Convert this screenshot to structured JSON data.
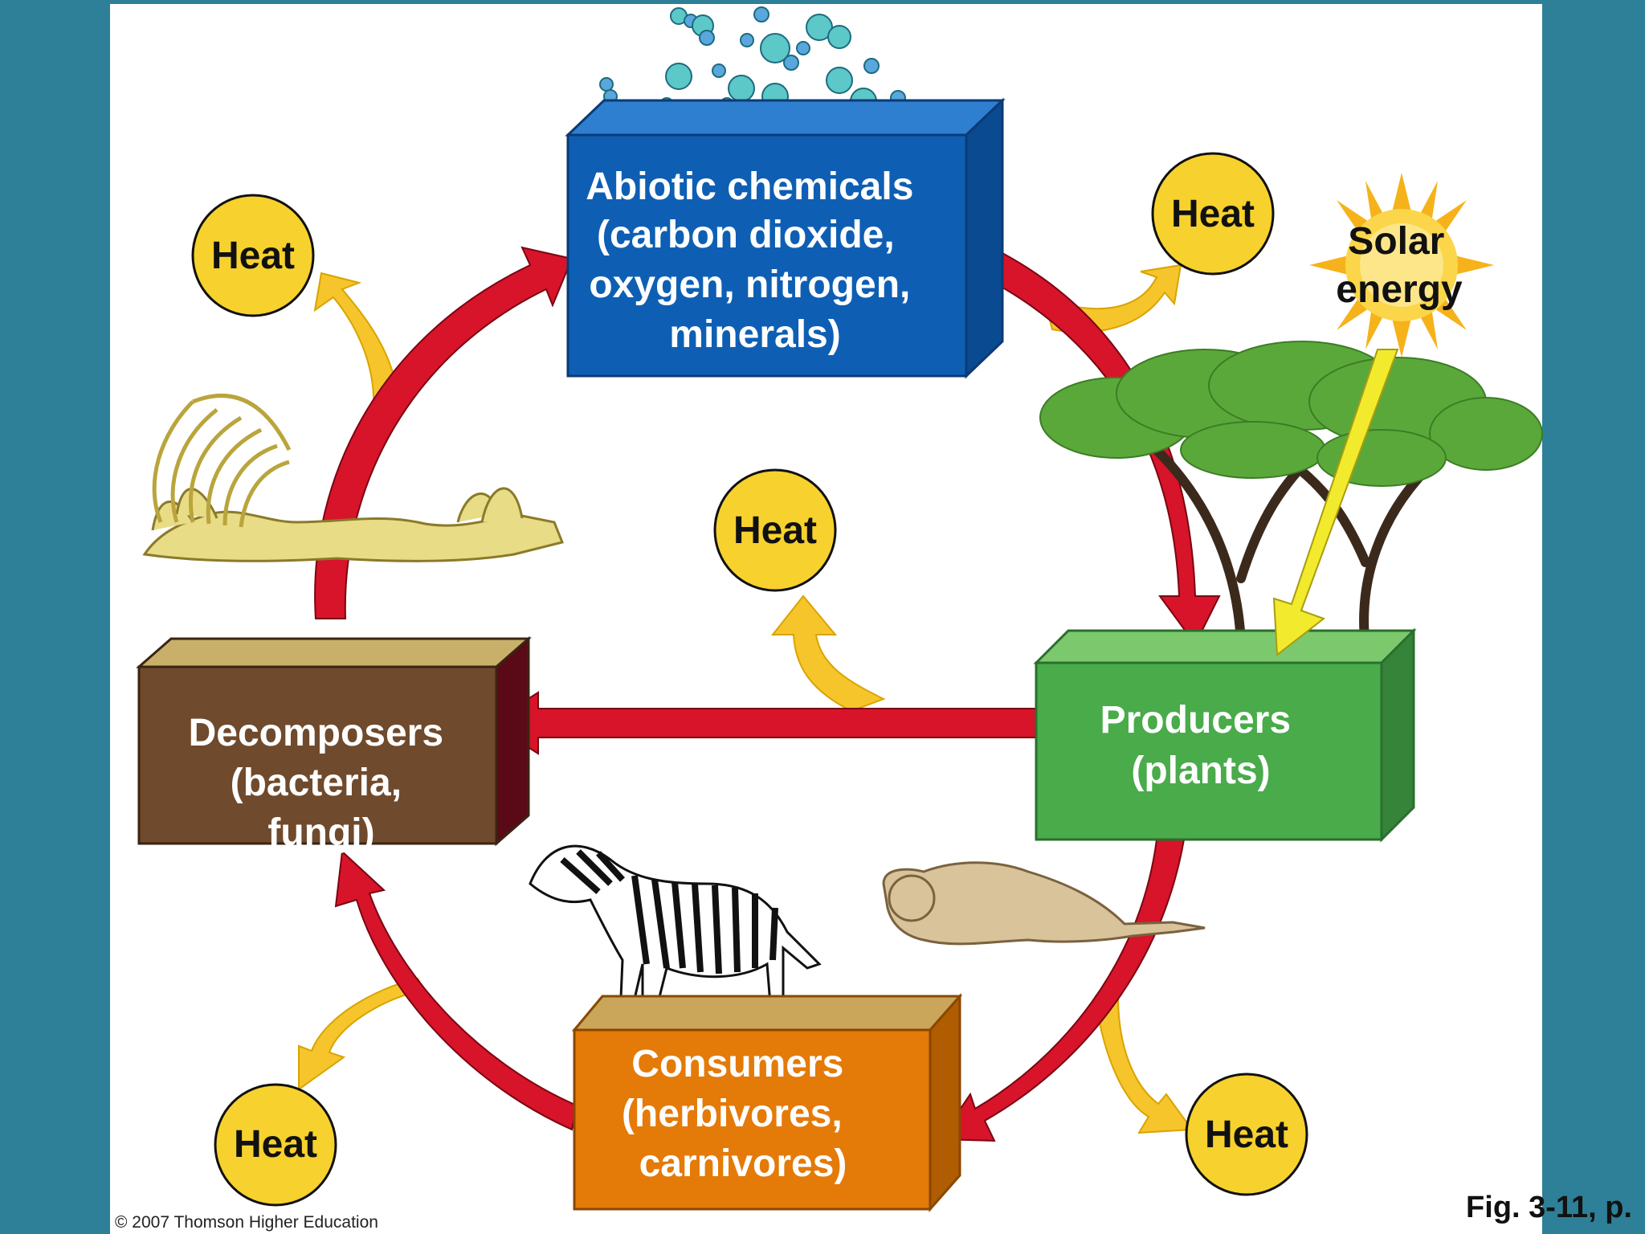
{
  "boxes": {
    "abiotic": [
      "Abiotic chemicals",
      "(carbon dioxide,",
      "oxygen, nitrogen,",
      "minerals)"
    ],
    "producers": [
      "Producers",
      "(plants)"
    ],
    "consumers": [
      "Consumers",
      "(herbivores,",
      "carnivores)"
    ],
    "decomposers": [
      "Decomposers",
      "(bacteria,",
      "fungi)"
    ]
  },
  "heat_label": "Heat",
  "solar": [
    "Solar",
    "energy"
  ],
  "copyright": "© 2007 Thomson Higher Education",
  "figure_ref": "Fig. 3-11, p.",
  "colors": {
    "background": "#2e7f98",
    "cycle_arrow": "#d7142a",
    "heat_arrow": "#f6c52b",
    "heat_circle": "#f7d12d",
    "abiotic_box": "#0e5fb4",
    "producers_box": "#49ab4a",
    "consumers_box": "#e47a08",
    "decomposers_box": "#6f4a2c",
    "solar_arrow": "#f2ea2c"
  }
}
